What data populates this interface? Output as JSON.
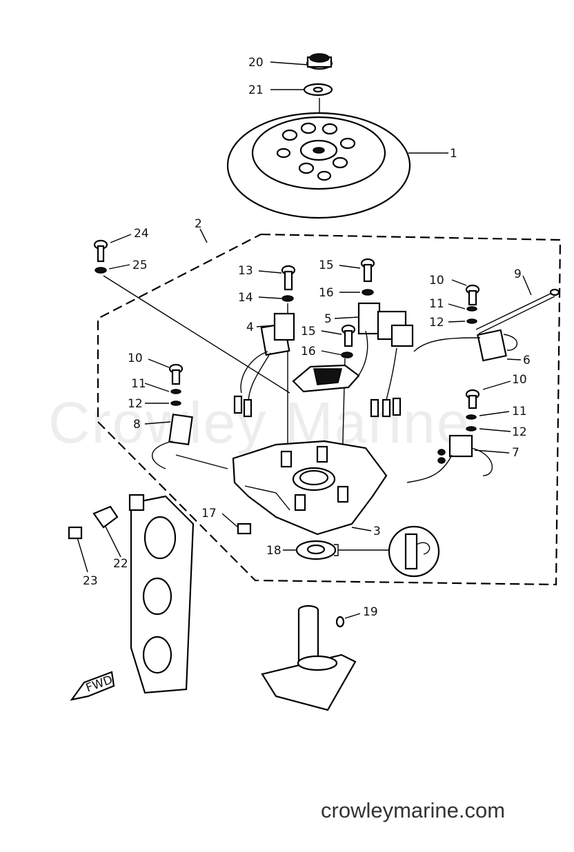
{
  "watermark": "Crowley Marine",
  "footer": "crowleymarine.com",
  "callouts": {
    "c1": "1",
    "c2": "2",
    "c3": "3",
    "c4": "4",
    "c5": "5",
    "c6": "6",
    "c7": "7",
    "c8": "8",
    "c9": "9",
    "c10a": "10",
    "c10b": "10",
    "c10c": "10",
    "c11a": "11",
    "c11b": "11",
    "c11c": "11",
    "c12a": "12",
    "c12b": "12",
    "c12c": "12",
    "c13": "13",
    "c14": "14",
    "c15a": "15",
    "c15b": "15",
    "c16a": "16",
    "c16b": "16",
    "c17": "17",
    "c18": "18",
    "c19": "19",
    "c20": "20",
    "c21": "21",
    "c22": "22",
    "c23": "23",
    "c24": "24",
    "c25": "25"
  },
  "fwd_label": "FWD"
}
